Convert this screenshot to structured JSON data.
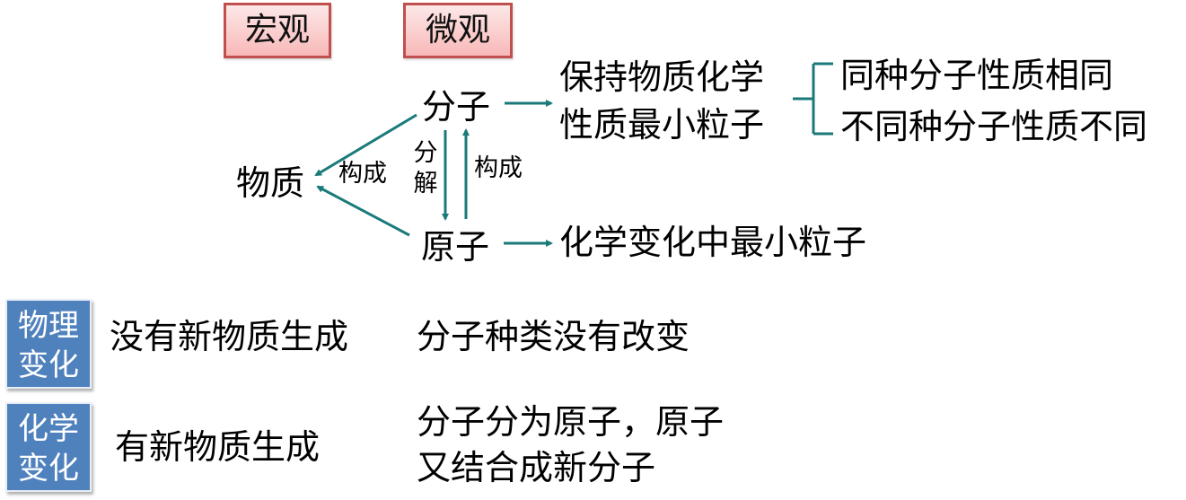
{
  "colors": {
    "arrow": "#1a7a7a",
    "header_box_border": "#c0504d",
    "header_box_fill": "#f8b8b8",
    "category_box_fill": "#4f81bd",
    "category_box_text": "#ffffff"
  },
  "header": {
    "macro_label": "宏观",
    "micro_label": "微观"
  },
  "diagram": {
    "substance": "物质",
    "molecule": "分子",
    "atom": "原子",
    "compose_left_label": "构成",
    "decompose_label_top": "分",
    "decompose_label_bottom": "解",
    "compose_right_label": "构成",
    "molecule_definition_line1": "保持物质化学",
    "molecule_definition_line2": "性质最小粒子",
    "molecule_property_same": "同种分子性质相同",
    "molecule_property_different": "不同种分子性质不同",
    "atom_definition": "化学变化中最小粒子"
  },
  "changes": [
    {
      "category_line1": "物理",
      "category_line2": "变化",
      "macro_description": "没有新物质生成",
      "micro_description_line1": "分子种类没有改变",
      "micro_description_line2": ""
    },
    {
      "category_line1": "化学",
      "category_line2": "变化",
      "macro_description": "有新物质生成",
      "micro_description_line1": "分子分为原子，原子",
      "micro_description_line2": "又结合成新分子"
    }
  ]
}
